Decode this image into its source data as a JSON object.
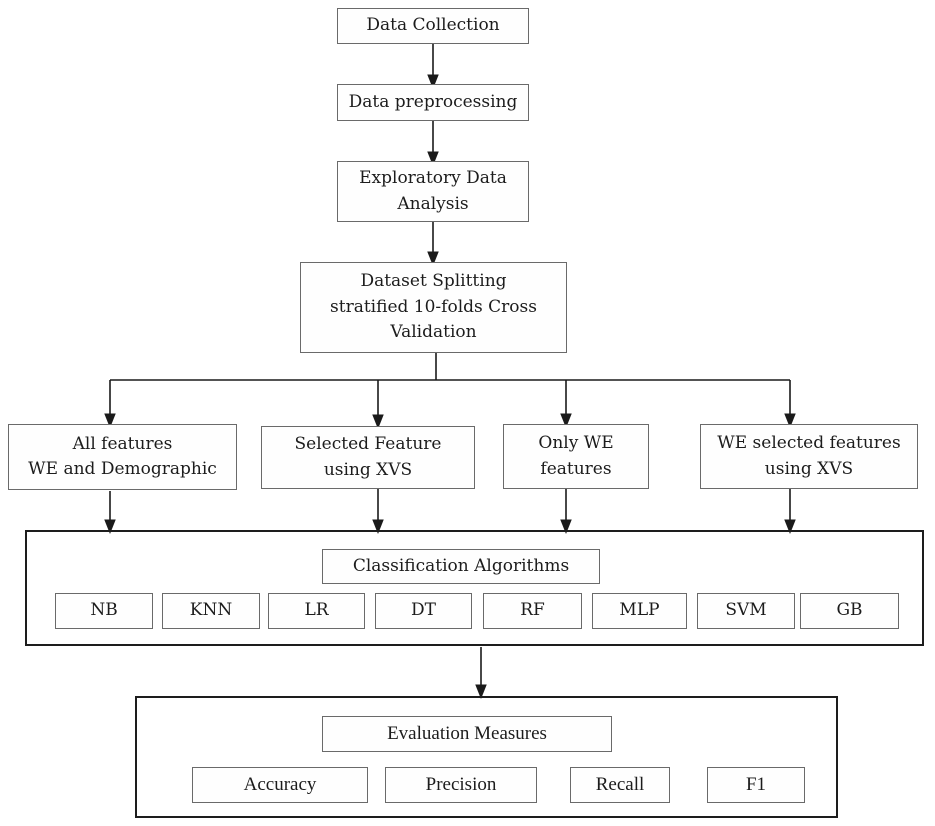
{
  "colors": {
    "background": "#ffffff",
    "box_border": "#6a6a6a",
    "container_border": "#1d1d1d",
    "arrow": "#1a1a1a",
    "text": "#1c1c1c"
  },
  "nodes": {
    "data_collection": "Data Collection",
    "data_preprocessing": "Data preprocessing",
    "exploratory_data_analysis": [
      "Exploratory Data",
      "Analysis"
    ],
    "dataset_splitting": [
      "Dataset Splitting",
      "stratified 10-folds Cross",
      "Validation"
    ]
  },
  "branches": {
    "all_features": [
      "All features",
      "WE and Demographic"
    ],
    "selected_feature": [
      "Selected Feature",
      "using XVS"
    ],
    "only_we": [
      "Only WE",
      "features"
    ],
    "we_selected": [
      "WE selected features",
      "using XVS"
    ]
  },
  "classification": {
    "title": "Classification Algorithms",
    "algorithms": [
      "NB",
      "KNN",
      "LR",
      "DT",
      "RF",
      "MLP",
      "SVM",
      "GB"
    ]
  },
  "evaluation": {
    "title": "Evaluation Measures",
    "measures": [
      "Accuracy",
      "Precision",
      "Recall",
      "F1"
    ]
  }
}
